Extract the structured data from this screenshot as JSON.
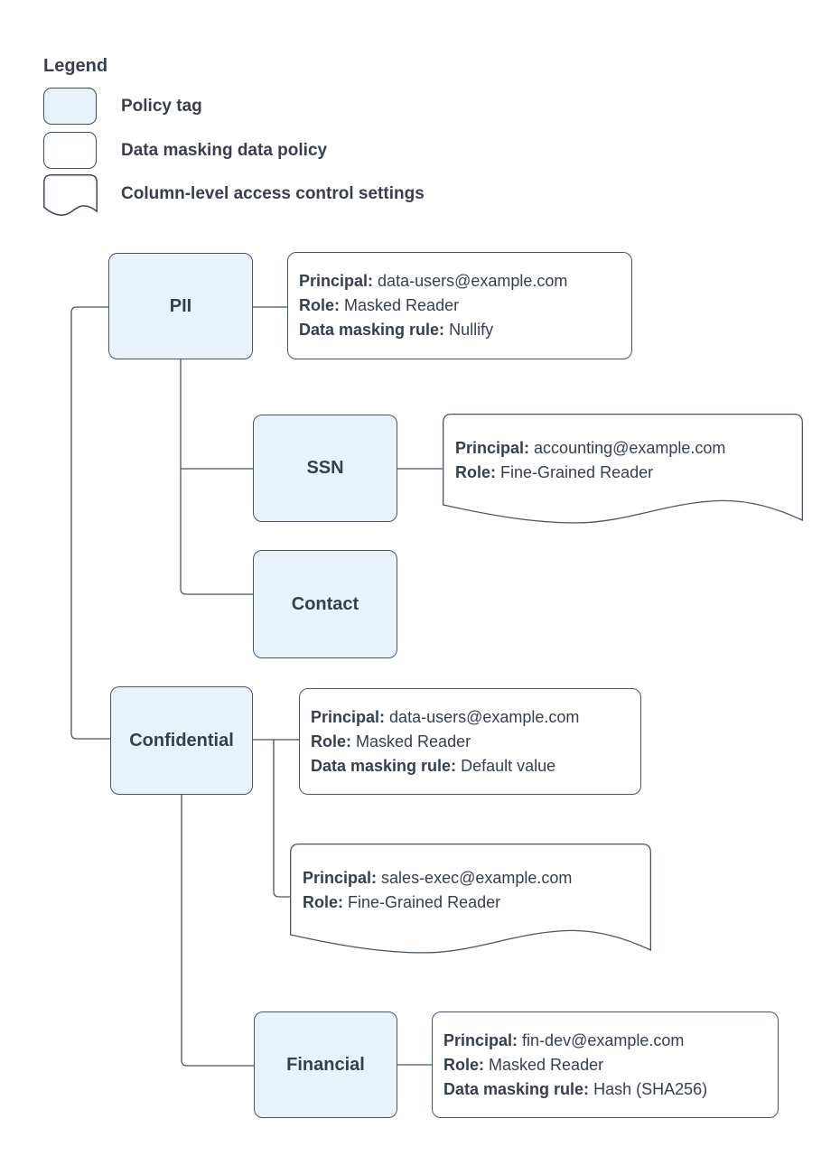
{
  "legend": {
    "title": "Legend",
    "items": [
      {
        "swatch": "policy-tag-swatch",
        "label": "Policy tag"
      },
      {
        "swatch": "data-policy-swatch",
        "label": "Data masking data policy"
      },
      {
        "swatch": "access-control-swatch",
        "label": "Column-level access control settings"
      }
    ]
  },
  "policy_tags": {
    "pii": {
      "label": "PII"
    },
    "ssn": {
      "label": "SSN"
    },
    "contact": {
      "label": "Contact"
    },
    "confidential": {
      "label": "Confidential"
    },
    "financial": {
      "label": "Financial"
    }
  },
  "data_policies": {
    "pii_masking": {
      "lines": [
        {
          "label": "Principal:",
          "value": "data-users@example.com"
        },
        {
          "label": "Role:",
          "value": "Masked Reader"
        },
        {
          "label": "Data masking rule:",
          "value": "Nullify"
        }
      ]
    },
    "ssn_access": {
      "lines": [
        {
          "label": "Principal:",
          "value": "accounting@example.com"
        },
        {
          "label": "Role:",
          "value": "Fine-Grained Reader"
        }
      ]
    },
    "confidential_masking": {
      "lines": [
        {
          "label": "Principal:",
          "value": "data-users@example.com"
        },
        {
          "label": "Role:",
          "value": "Masked Reader"
        },
        {
          "label": "Data masking rule:",
          "value": "Default value"
        }
      ]
    },
    "confidential_access": {
      "lines": [
        {
          "label": "Principal:",
          "value": "sales-exec@example.com"
        },
        {
          "label": "Role:",
          "value": "Fine-Grained Reader"
        }
      ]
    },
    "financial_masking": {
      "lines": [
        {
          "label": "Principal:",
          "value": "fin-dev@example.com"
        },
        {
          "label": "Role:",
          "value": "Masked Reader"
        },
        {
          "label": "Data masking rule:",
          "value": "Hash (SHA256)"
        }
      ]
    }
  },
  "colors": {
    "policy_tag_fill": "#e9f1fb",
    "policy_box_fill": "#ffffff",
    "stroke": "#4a5562",
    "text": "#36404c",
    "background": "#ffffff"
  }
}
